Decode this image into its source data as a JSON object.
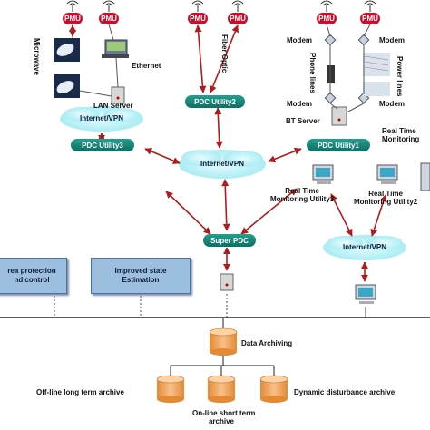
{
  "pmu_label": "PMU",
  "media": {
    "microwave": "Microwave",
    "ethernet": "Ethernet",
    "fiber_optic": "Fiber Optic",
    "phone_lines": "Phone lines",
    "power_lines": "Power lines",
    "modem": "Modem",
    "lan_server": "LAN Server",
    "bt_server": "BT Server"
  },
  "pdc": {
    "utility1": "PDC Utility1",
    "utility2": "PDC Utility2",
    "utility3": "PDC Utility3",
    "super": "Super PDC"
  },
  "clouds": {
    "left": "Internet/VPN",
    "center": "Internet/VPN",
    "right": "Internet/VPN"
  },
  "monitoring": {
    "utility1_line1": "Real Time",
    "utility1_line2": "Monitoring",
    "utility2_line1": "Real Time",
    "utility2_line2": "Monitoring Utility2",
    "utility3_line1": "Real Time",
    "utility3_line2": "Monitoring Utility3"
  },
  "applications": {
    "area_protection_line1": "rea protection",
    "area_protection_line2": "nd control",
    "state_estimation_line1": "Improved state",
    "state_estimation_line2": "Estimation"
  },
  "archive": {
    "data_archiving": "Data Archiving",
    "long_term": "Off-line long term archive",
    "short_term_line1": "On-line short term",
    "short_term_line2": "archive",
    "disturbance": "Dynamic disturbance archive"
  },
  "colors": {
    "pmu": "#c8102e",
    "pdc": "#12837a",
    "cloud": "#aef1f6",
    "arrow": "#b01c1c",
    "app_box": "#9dbfdf",
    "archive_drum": "#f0a35a"
  }
}
